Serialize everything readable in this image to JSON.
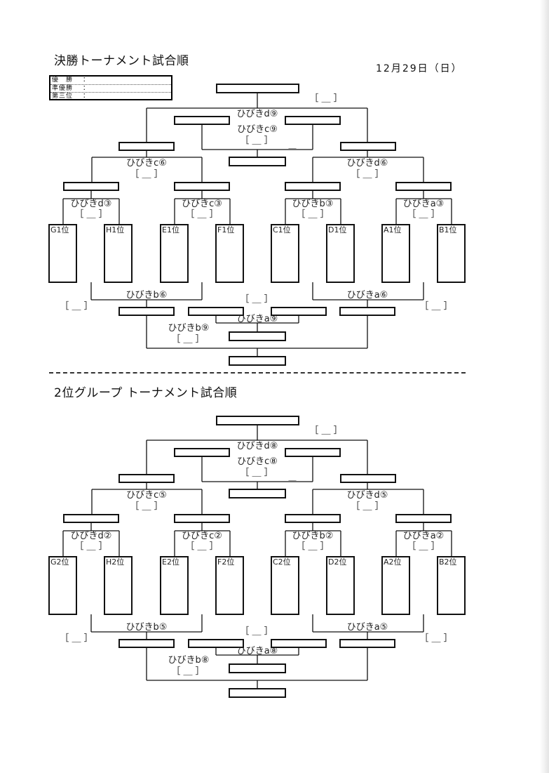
{
  "final_section": {
    "title": "決勝トーナメント試合順",
    "date": "12月29日（日）",
    "result_labels": [
      "優　勝",
      "準優勝",
      "第三位"
    ],
    "result_sep": "：",
    "teams": [
      "G1位",
      "H1位",
      "E1位",
      "F1位",
      "C1位",
      "D1位",
      "A1位",
      "B1位"
    ],
    "matches": {
      "r1": [
        "ひびきd③",
        "ひびきc③",
        "ひびきb③",
        "ひびきa③"
      ],
      "r2": [
        "ひびきc⑥",
        "ひびきd⑥"
      ],
      "cons": [
        "ひびきb⑥",
        "ひびきa⑥"
      ],
      "final": "ひびきd⑨",
      "third": "ひびきc⑨",
      "lower_a": "ひびきa⑨",
      "lower_b": "ひびきb⑨"
    },
    "score_slot": "［ ＿ ］",
    "dash": "＿"
  },
  "second_section": {
    "title": "2位グループ トーナメント試合順",
    "teams": [
      "G2位",
      "H2位",
      "E2位",
      "F2位",
      "C2位",
      "D2位",
      "A2位",
      "B2位"
    ],
    "matches": {
      "r1": [
        "ひびきd②",
        "ひびきc②",
        "ひびきb②",
        "ひびきa②"
      ],
      "r2": [
        "ひびきc⑤",
        "ひびきd⑤"
      ],
      "cons": [
        "ひびきb⑤",
        "ひびきa⑤"
      ],
      "final": "ひびきd⑧",
      "third": "ひびきc⑧",
      "lower_a": "ひびきa⑧",
      "lower_b": "ひびきb⑧"
    },
    "score_slot": "［ ＿ ］",
    "dash": "＿"
  }
}
